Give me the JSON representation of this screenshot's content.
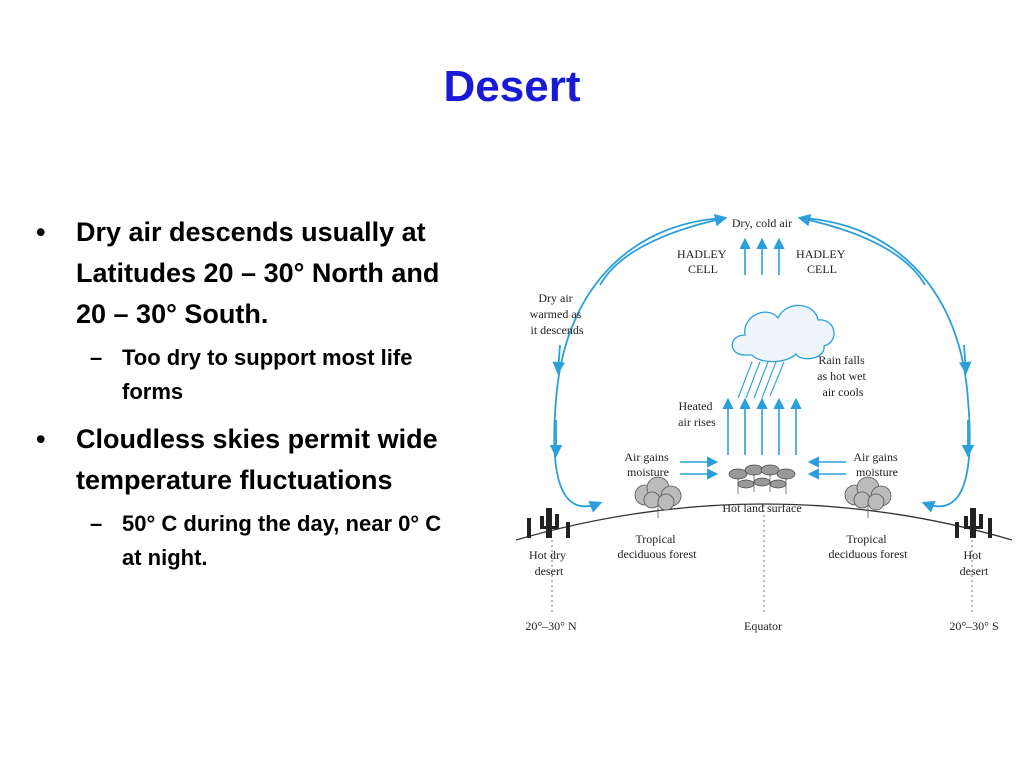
{
  "title": "Desert",
  "bullets": [
    {
      "text": "Dry air descends usually at Latitudes 20 – 30° North and 20 – 30° South.",
      "sub": "Too dry to support most life forms"
    },
    {
      "text": "Cloudless skies permit wide temperature fluctuations",
      "sub": "50° C during the day, near 0° C at night."
    }
  ],
  "bullet_marker": "•",
  "sub_marker": "–",
  "diagram": {
    "top_label": "Dry, cold air",
    "hadley_left": [
      "HADLEY",
      "CELL"
    ],
    "hadley_right": [
      "HADLEY",
      "CELL"
    ],
    "dry_air_warmed": [
      "Dry air",
      "warmed as",
      "it descends"
    ],
    "rain_falls": [
      "Rain falls",
      "as hot wet",
      "air cools"
    ],
    "heated_air": [
      "Heated",
      "air rises"
    ],
    "air_gains_left": [
      "Air gains",
      "moisture"
    ],
    "air_gains_right": [
      "Air gains",
      "moisture"
    ],
    "hot_land": "Hot land surface",
    "forest_left": [
      "Tropical",
      "deciduous forest"
    ],
    "forest_right": [
      "Tropical",
      "deciduous forest"
    ],
    "hot_dry_desert": [
      "Hot dry",
      "desert"
    ],
    "hot_desert": [
      "Hot",
      "desert"
    ],
    "lat_north": "20°–30° N",
    "equator": "Equator",
    "lat_south": "20°–30° S",
    "arrow_color": "#2a9fdc"
  }
}
